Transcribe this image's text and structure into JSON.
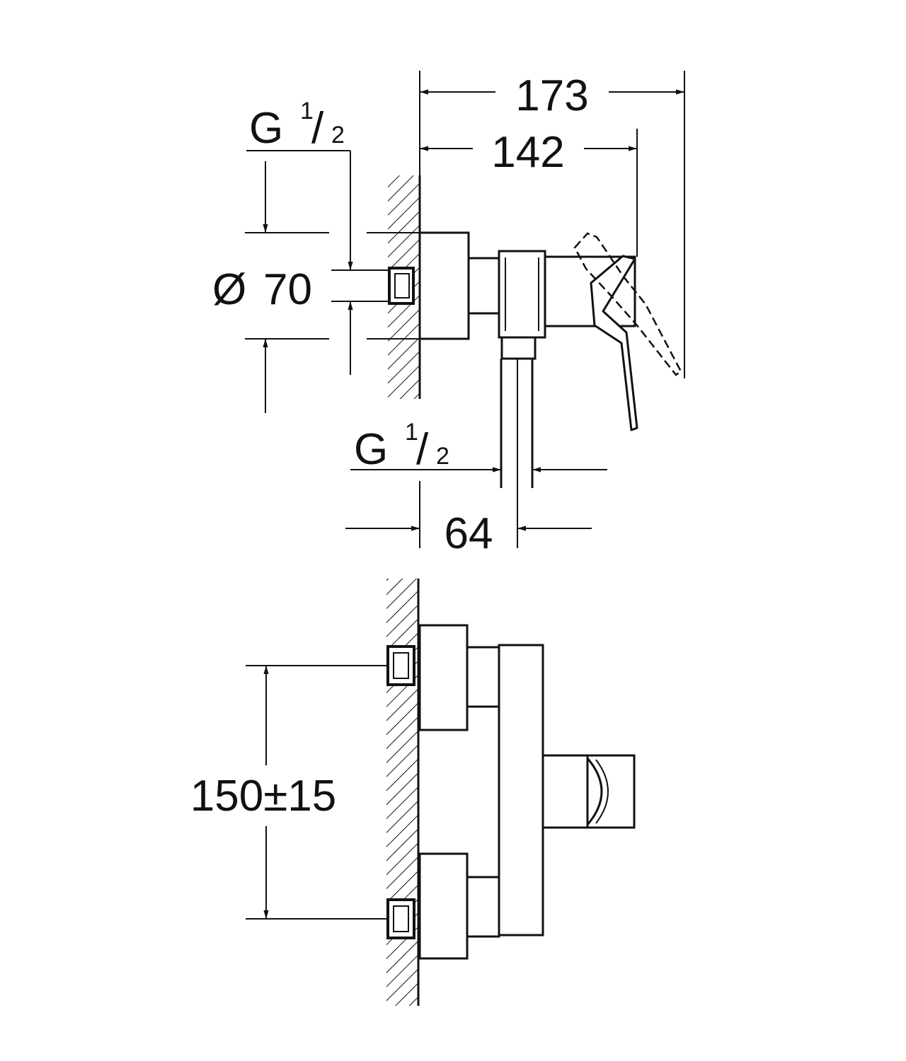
{
  "dimensions": {
    "total_depth": "173",
    "body_depth": "142",
    "diameter_symbol": "Ø",
    "diameter_value": "70",
    "thread_top": {
      "letter": "G",
      "num": "1",
      "den": "2"
    },
    "thread_bottom": {
      "letter": "G",
      "num": "1",
      "den": "2"
    },
    "outlet_offset": "64",
    "inlet_spacing": "150±15"
  },
  "colors": {
    "line": "#111111",
    "background": "#ffffff"
  }
}
